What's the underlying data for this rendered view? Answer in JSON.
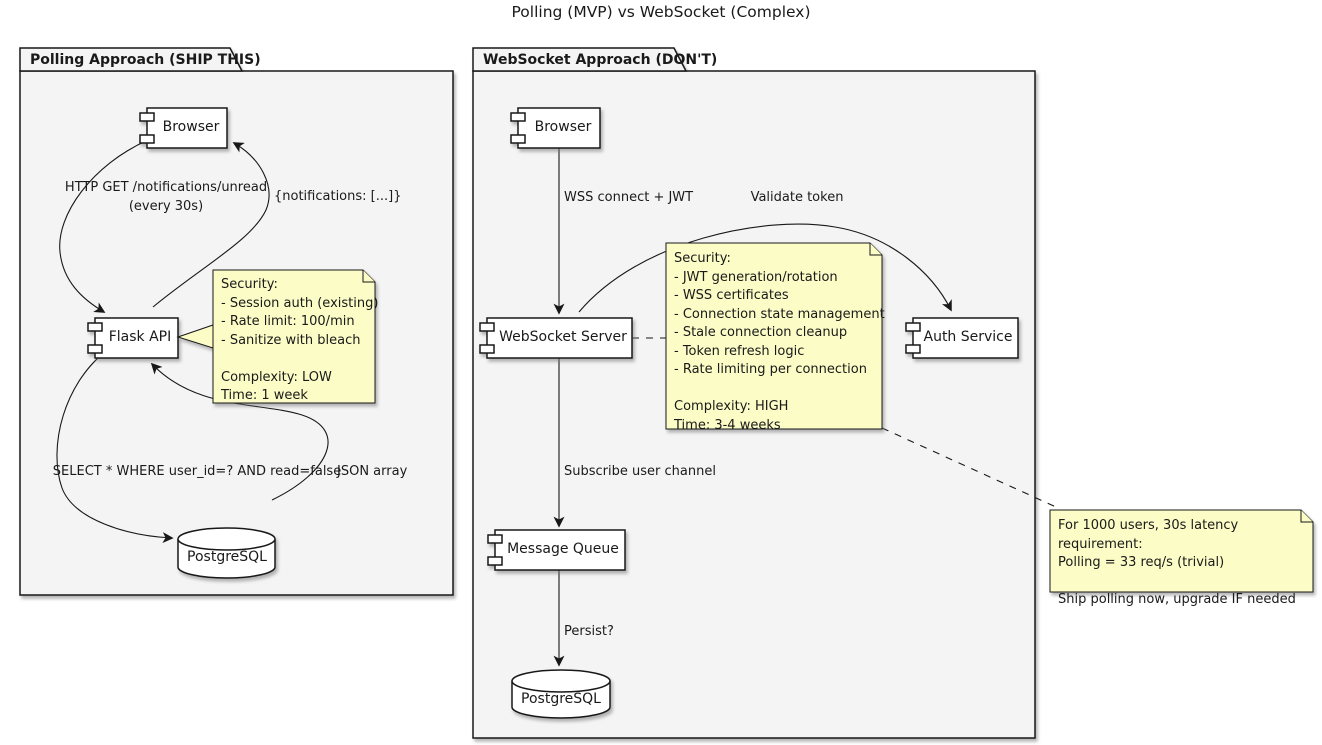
{
  "title": "Polling (MVP) vs WebSocket (Complex)",
  "colors": {
    "note_fill": "#FCFCC7",
    "package_fill": "#F4F4F4",
    "component_fill": "#FFFFFF",
    "border": "#181818"
  },
  "polling": {
    "name": "Polling Approach (SHIP THIS)",
    "components": {
      "browser": "Browser",
      "flask_api": "Flask API",
      "database": "PostgreSQL"
    },
    "edges": {
      "request_line1": "HTTP GET /notifications/unread",
      "request_line2": "(every 30s)",
      "response": "{notifications: [...]}",
      "query": "SELECT * WHERE user_id=? AND read=false",
      "result": "JSON array"
    },
    "note": {
      "lines": [
        "Security:",
        "- Session auth (existing)",
        "- Rate limit: 100/min",
        "- Sanitize with bleach",
        "",
        "Complexity: LOW",
        "Time: 1 week"
      ]
    }
  },
  "websocket": {
    "name": "WebSocket Approach (DON'T)",
    "components": {
      "browser": "Browser",
      "server": "WebSocket Server",
      "auth": "Auth Service",
      "queue": "Message Queue",
      "database": "PostgreSQL"
    },
    "edges": {
      "connect": "WSS connect + JWT",
      "validate": "Validate token",
      "subscribe": "Subscribe user channel",
      "persist": "Persist?"
    },
    "note": {
      "lines": [
        "Security:",
        "- JWT generation/rotation",
        "- WSS certificates",
        "- Connection state management",
        "- Stale connection cleanup",
        "- Token refresh logic",
        "- Rate limiting per connection",
        "",
        "Complexity: HIGH",
        "Time: 3-4 weeks"
      ]
    }
  },
  "conclusion_note": {
    "lines": [
      "For 1000 users, 30s latency requirement:",
      "Polling = 33 req/s (trivial)",
      "",
      "Ship polling now, upgrade IF needed"
    ]
  }
}
